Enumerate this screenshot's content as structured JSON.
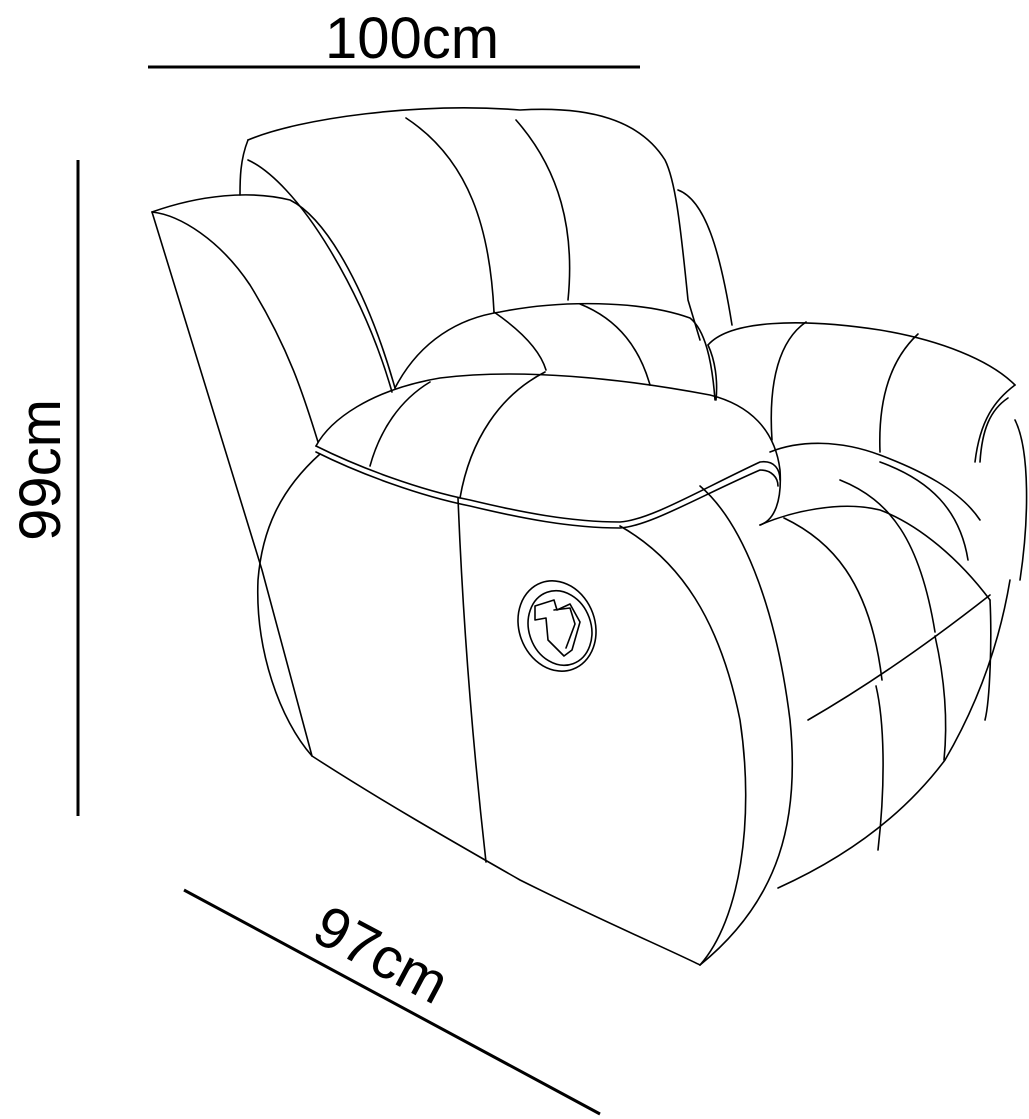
{
  "dimensions": {
    "width_label": "100cm",
    "height_label": "99cm",
    "depth_label": "97cm"
  },
  "colors": {
    "stroke": "#000000",
    "background": "#ffffff"
  }
}
